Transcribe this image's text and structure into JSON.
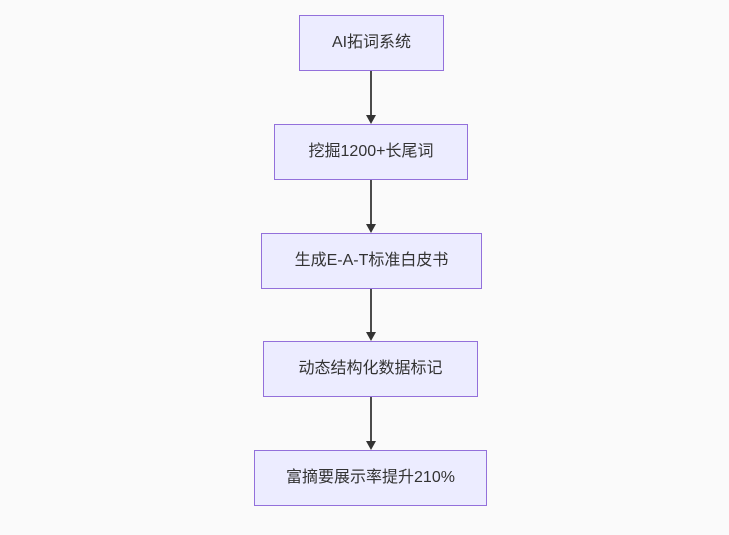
{
  "diagram": {
    "type": "flowchart",
    "direction": "top-down",
    "nodes": [
      {
        "id": "node-1",
        "label": "AI拓词系统"
      },
      {
        "id": "node-2",
        "label": "挖掘1200+长尾词"
      },
      {
        "id": "node-3",
        "label": "生成E-A-T标准白皮书"
      },
      {
        "id": "node-4",
        "label": "动态结构化数据标记"
      },
      {
        "id": "node-5",
        "label": "富摘要展示率提升210%"
      }
    ],
    "edges": [
      {
        "from": "node-1",
        "to": "node-2"
      },
      {
        "from": "node-2",
        "to": "node-3"
      },
      {
        "from": "node-3",
        "to": "node-4"
      },
      {
        "from": "node-4",
        "to": "node-5"
      }
    ],
    "colors": {
      "node_fill": "#ECECFF",
      "node_border": "#9370DB",
      "node_text": "#333333",
      "edge_line": "#4B4B4B",
      "arrow_head": "#333333",
      "background": "#FAFAFA"
    }
  }
}
